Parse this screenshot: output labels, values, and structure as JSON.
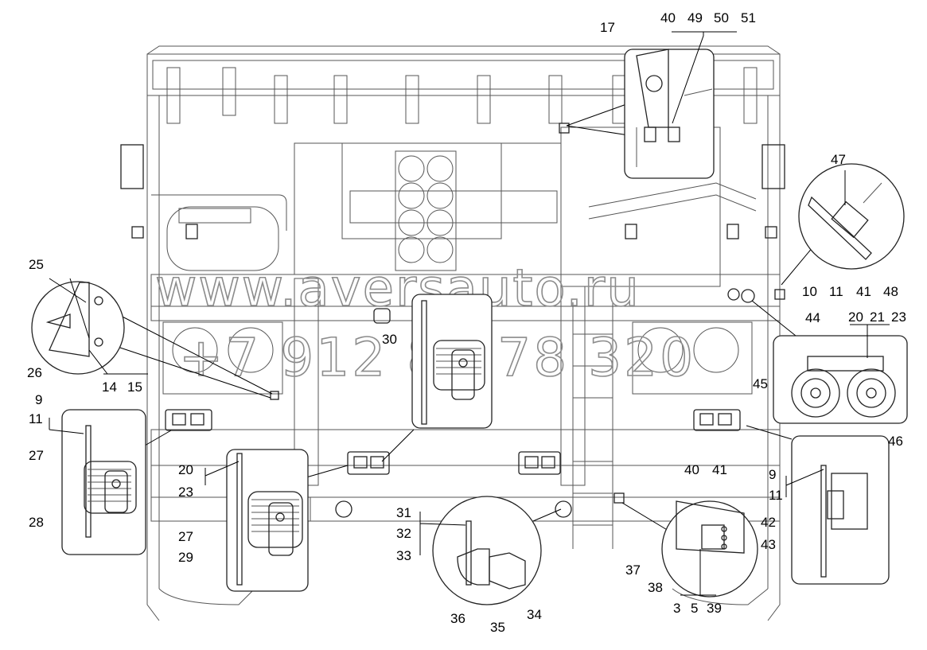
{
  "watermark": {
    "url": "www.aversauto.ru",
    "phone": "+7 912 80 78 320"
  },
  "labels": {
    "l25": "25",
    "l26": "26",
    "l14": "14",
    "l15": "15",
    "l9a": "9",
    "l11a": "11",
    "l27a": "27",
    "l28": "28",
    "l20a": "20",
    "l23a": "23",
    "l27b": "27",
    "l29": "29",
    "l30": "30",
    "l31": "31",
    "l32": "32",
    "l33": "33",
    "l34": "34",
    "l35": "35",
    "l36": "36",
    "l17": "17",
    "l40a": "40",
    "l49": "49",
    "l50": "50",
    "l51": "51",
    "l47": "47",
    "l10": "10",
    "l11b": "11",
    "l41a": "41",
    "l48": "48",
    "l44": "44",
    "l20b": "20",
    "l21": "21",
    "l23b": "23",
    "l45": "45",
    "l46": "46",
    "l40b": "40",
    "l41b": "41",
    "l37": "37",
    "l38": "38",
    "l3": "3",
    "l5": "5",
    "l39": "39",
    "l9b": "9",
    "l11c": "11",
    "l42": "42",
    "l43": "43"
  }
}
